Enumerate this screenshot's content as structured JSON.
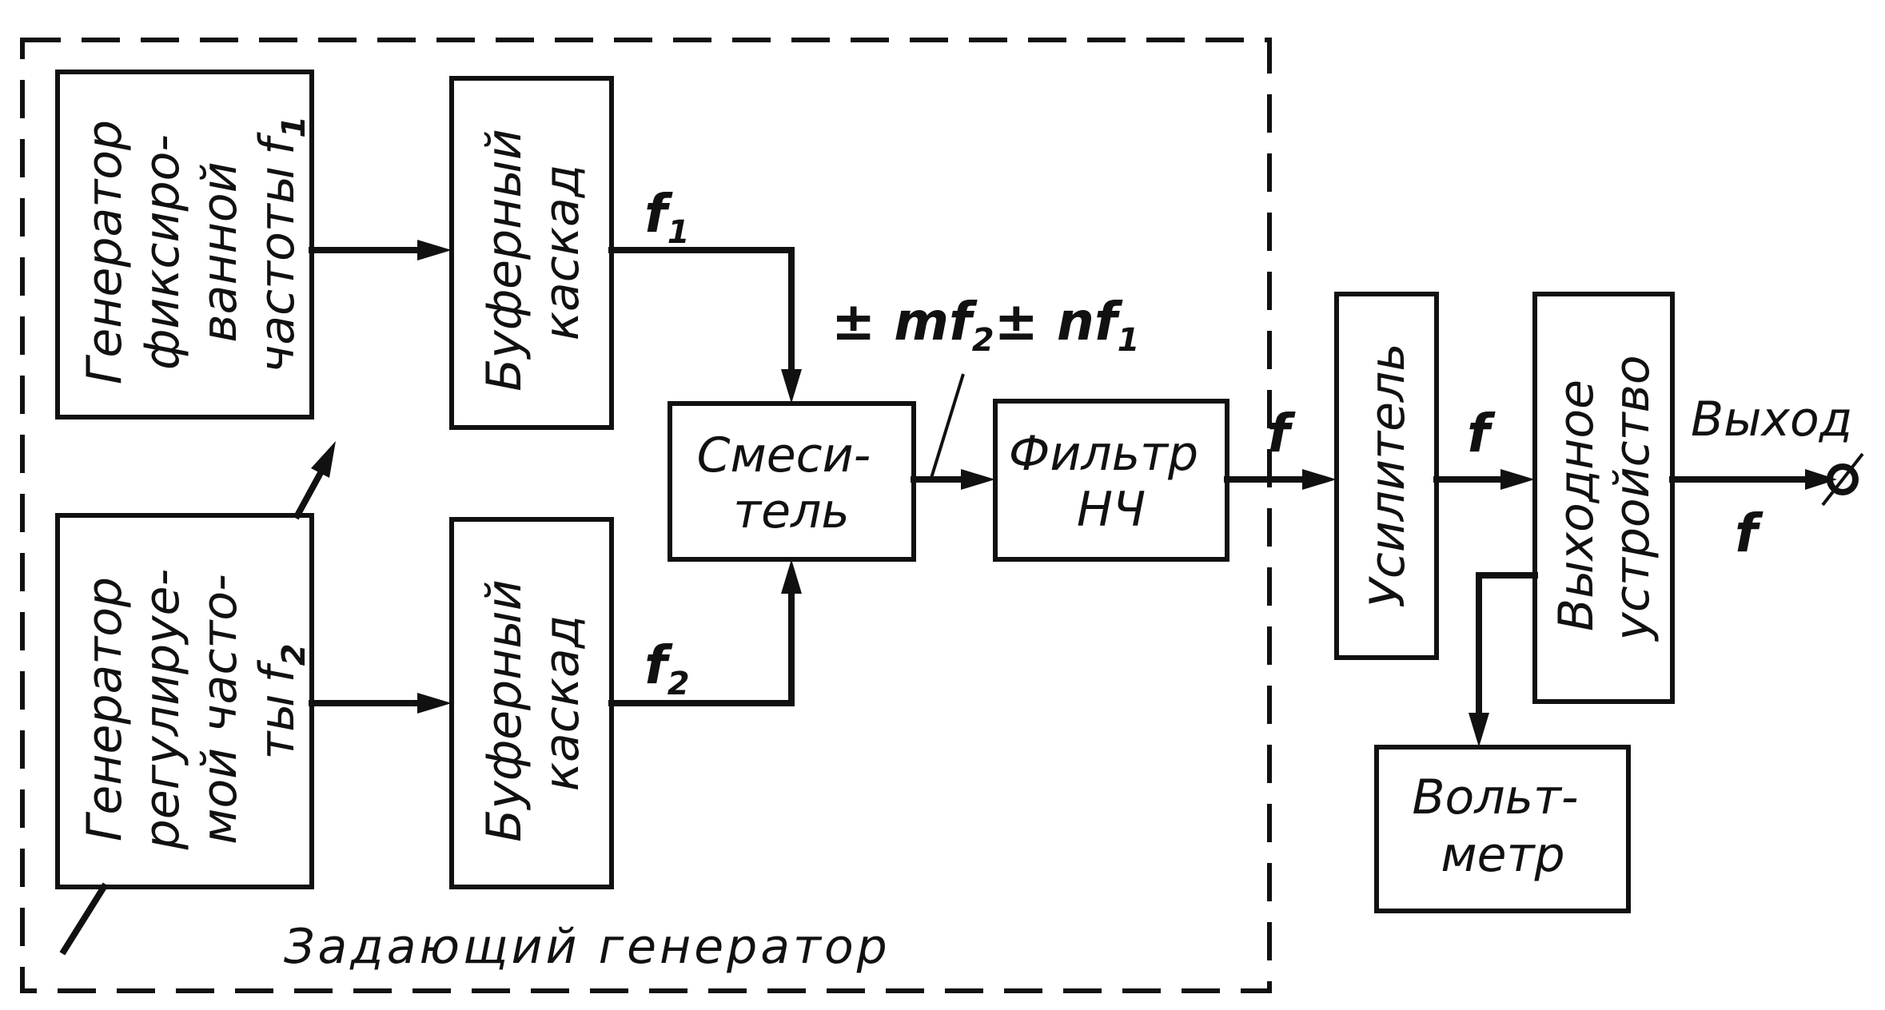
{
  "blocks": {
    "gen_fixed": {
      "lines": [
        "Генератор",
        "фиксиро-",
        "ванной",
        "частоты"
      ],
      "freq": "f",
      "freq_sub": "1"
    },
    "gen_variable": {
      "lines": [
        "Генератор",
        "регулируе-",
        "мой часто-",
        "ты"
      ],
      "freq": "f",
      "freq_sub": "2"
    },
    "buffer_top": {
      "lines": [
        "Буферный",
        "каскад"
      ]
    },
    "buffer_bottom": {
      "lines": [
        "Буферный",
        "каскад"
      ]
    },
    "mixer": {
      "lines": [
        "Смеси-",
        "тель"
      ]
    },
    "lpf": {
      "lines": [
        "Фильтр",
        "НЧ"
      ]
    },
    "amplifier": {
      "lines": [
        "Усилитель"
      ]
    },
    "output_device": {
      "lines": [
        "Выходное",
        "устройство"
      ]
    },
    "voltmeter": {
      "lines": [
        "Вольт-",
        "метр"
      ]
    }
  },
  "signals": {
    "f1": {
      "main": "f",
      "sub": "1"
    },
    "f2": {
      "main": "f",
      "sub": "2"
    },
    "mix": {
      "part1": "± mf",
      "sub1": "2",
      "part2": "± nf",
      "sub2": "1"
    },
    "f_after_lpf": "f",
    "f_after_amp": "f",
    "f_out": "f"
  },
  "group_label": "Задающий генератор",
  "output_label": "Выход"
}
